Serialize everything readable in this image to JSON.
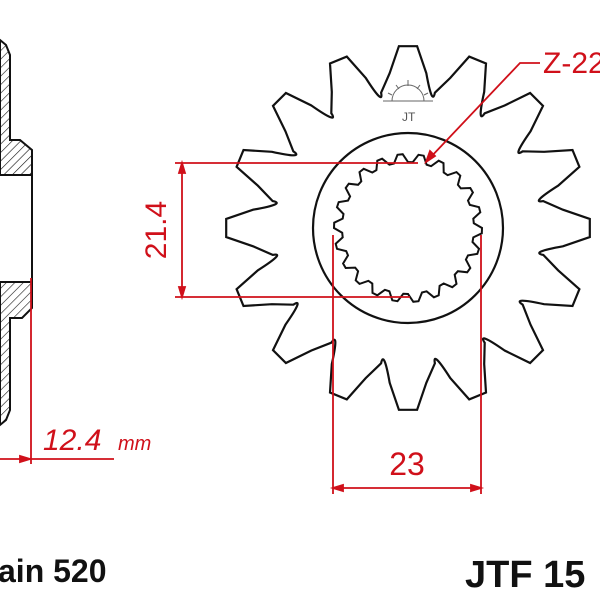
{
  "diagram": {
    "chain_label": "ain 520",
    "part_number": "JTF 15",
    "spline_label": "Z-22",
    "inner_dimension": "21.4",
    "spline_dimension": "23",
    "thickness_value": "12.4",
    "thickness_unit": "mm",
    "teeth_count": 16,
    "spline_teeth": 22
  },
  "colors": {
    "dimension": "#d0101a",
    "outline": "#111111"
  }
}
